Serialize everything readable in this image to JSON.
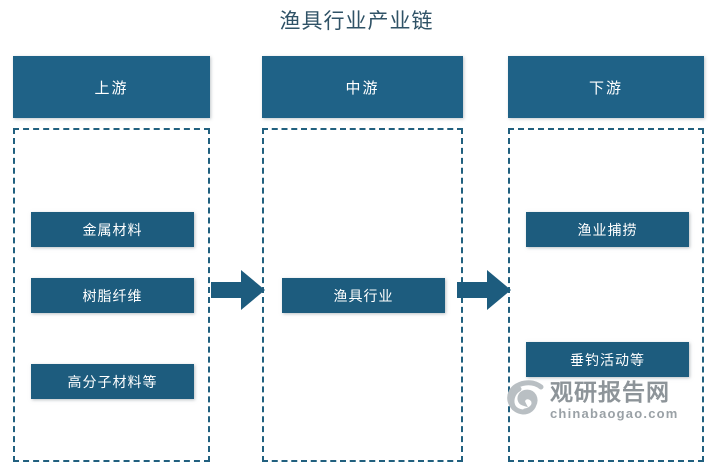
{
  "diagram": {
    "title": "渔具行业产业链",
    "type": "industry-chain-flow",
    "colors": {
      "header_fill": "#1f6287",
      "node_fill": "#1d5c7e",
      "dashed_border": "#21607f",
      "title_text": "#2f5266",
      "arrow_fill": "#1d5c7e",
      "background": "#ffffff",
      "watermark": "#8d9499"
    },
    "columns": [
      {
        "key": "upstream",
        "header": "上游",
        "nodes": [
          {
            "label": "金属材料"
          },
          {
            "label": "树脂纤维"
          },
          {
            "label": "高分子材料等"
          }
        ]
      },
      {
        "key": "midstream",
        "header": "中游",
        "nodes": [
          {
            "label": "渔具行业"
          }
        ]
      },
      {
        "key": "downstream",
        "header": "下游",
        "nodes": [
          {
            "label": "渔业捕捞"
          },
          {
            "label": "垂钓活动等"
          }
        ]
      }
    ],
    "arrows": [
      {
        "name": "upstream-to-midstream",
        "direction": "right"
      },
      {
        "name": "midstream-to-downstream",
        "direction": "right"
      }
    ]
  },
  "watermark": {
    "cn": "观研报告网",
    "en": "chinabaogao.com"
  }
}
